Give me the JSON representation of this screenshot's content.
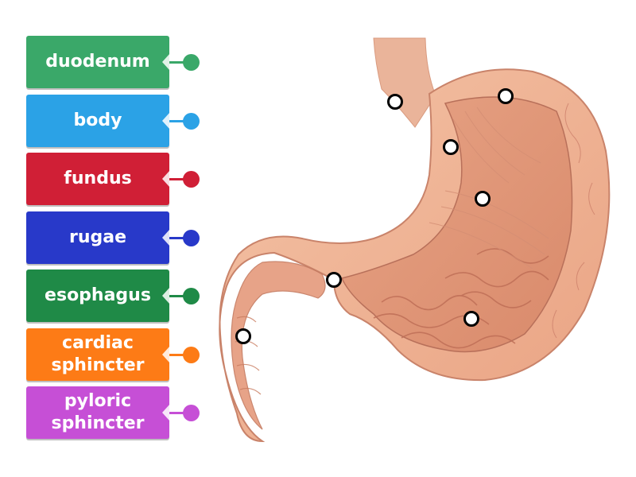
{
  "labels": [
    {
      "text": "duodenum",
      "color": "#3aa869"
    },
    {
      "text": "body",
      "color": "#2ba2e6"
    },
    {
      "text": "fundus",
      "color": "#d01f36"
    },
    {
      "text": "rugae",
      "color": "#2839c9"
    },
    {
      "text": "esophagus",
      "color": "#1f8a47"
    },
    {
      "text": "cardiac\nsphincter",
      "color": "#fd7b16"
    },
    {
      "text": "pyloric\nsphincter",
      "color": "#c64fd6"
    }
  ],
  "diagram": {
    "image": "stomach-anatomy-illustration",
    "drop_target_count": 7
  }
}
